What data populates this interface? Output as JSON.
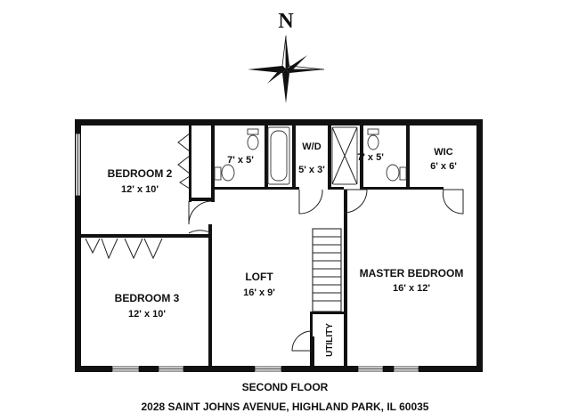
{
  "compass": {
    "label": "N"
  },
  "rooms": {
    "bedroom2": {
      "name": "BEDROOM 2",
      "dims": "12' x 10'"
    },
    "bath1": {
      "dims": "7' x 5'"
    },
    "laundry": {
      "name": "W/D",
      "dims": "5' x 3'"
    },
    "bath2": {
      "dims": "7' x 5'"
    },
    "wic": {
      "name": "WIC",
      "dims": "6' x 6'"
    },
    "bedroom3": {
      "name": "BEDROOM 3",
      "dims": "12' x 10'"
    },
    "loft": {
      "name": "LOFT",
      "dims": "16' x 9'"
    },
    "master": {
      "name": "MASTER BEDROOM",
      "dims": "16' x 12'"
    },
    "utility": {
      "name": "UTILITY"
    }
  },
  "floor_title": "SECOND FLOOR",
  "address": "2028 SAINT JOHNS AVENUE, HIGHLAND PARK, IL 60035"
}
